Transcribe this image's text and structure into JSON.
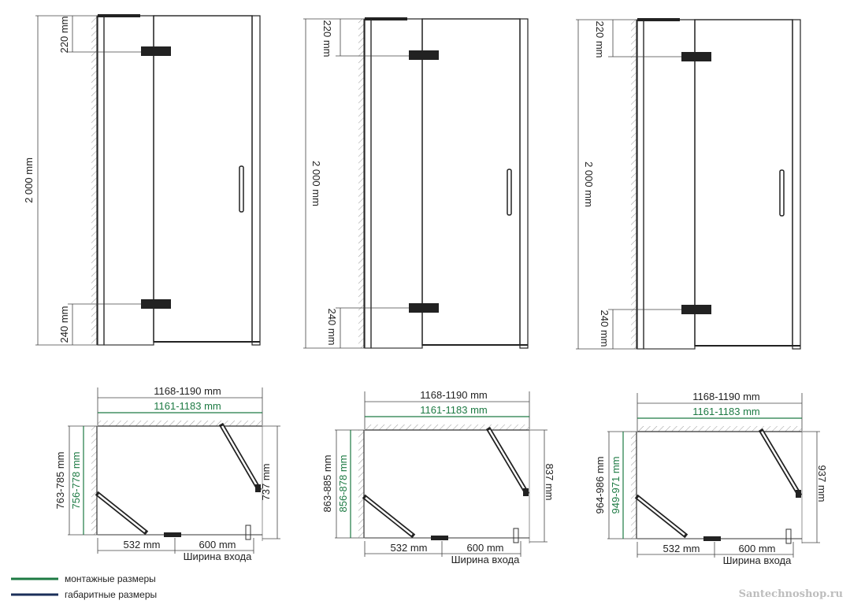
{
  "elevations": [
    {
      "height": "2 000 mm",
      "top_offset": "220 mm",
      "bottom_offset": "240 mm"
    },
    {
      "height": "2 000 mm",
      "top_offset": "220 mm",
      "bottom_offset": "240 mm"
    },
    {
      "height": "2 000 mm",
      "top_offset": "220 mm",
      "bottom_offset": "240 mm"
    }
  ],
  "plans": [
    {
      "overall_width": "1168-1190 mm",
      "install_width": "1161-1183 mm",
      "overall_depth": "763-785 mm",
      "install_depth": "756-778 mm",
      "side_depth": "737 mm",
      "fixed_width": "532 mm",
      "door_width": "600 mm",
      "entry_label": "Ширина входа"
    },
    {
      "overall_width": "1168-1190 mm",
      "install_width": "1161-1183 mm",
      "overall_depth": "863-885 mm",
      "install_depth": "856-878 mm",
      "side_depth": "837 mm",
      "fixed_width": "532 mm",
      "door_width": "600 mm",
      "entry_label": "Ширина входа"
    },
    {
      "overall_width": "1168-1190 mm",
      "install_width": "1161-1183 mm",
      "overall_depth": "964-986 mm",
      "install_depth": "949-971 mm",
      "side_depth": "937 mm",
      "fixed_width": "532 mm",
      "door_width": "600 mm",
      "entry_label": "Ширина входа"
    }
  ],
  "legend": {
    "install_label": "монтажные размеры",
    "install_color": "#1d7a43",
    "overall_label": "габаритные размеры",
    "overall_color": "#1b2f5a"
  },
  "watermark": "Santechnoshop.ru"
}
